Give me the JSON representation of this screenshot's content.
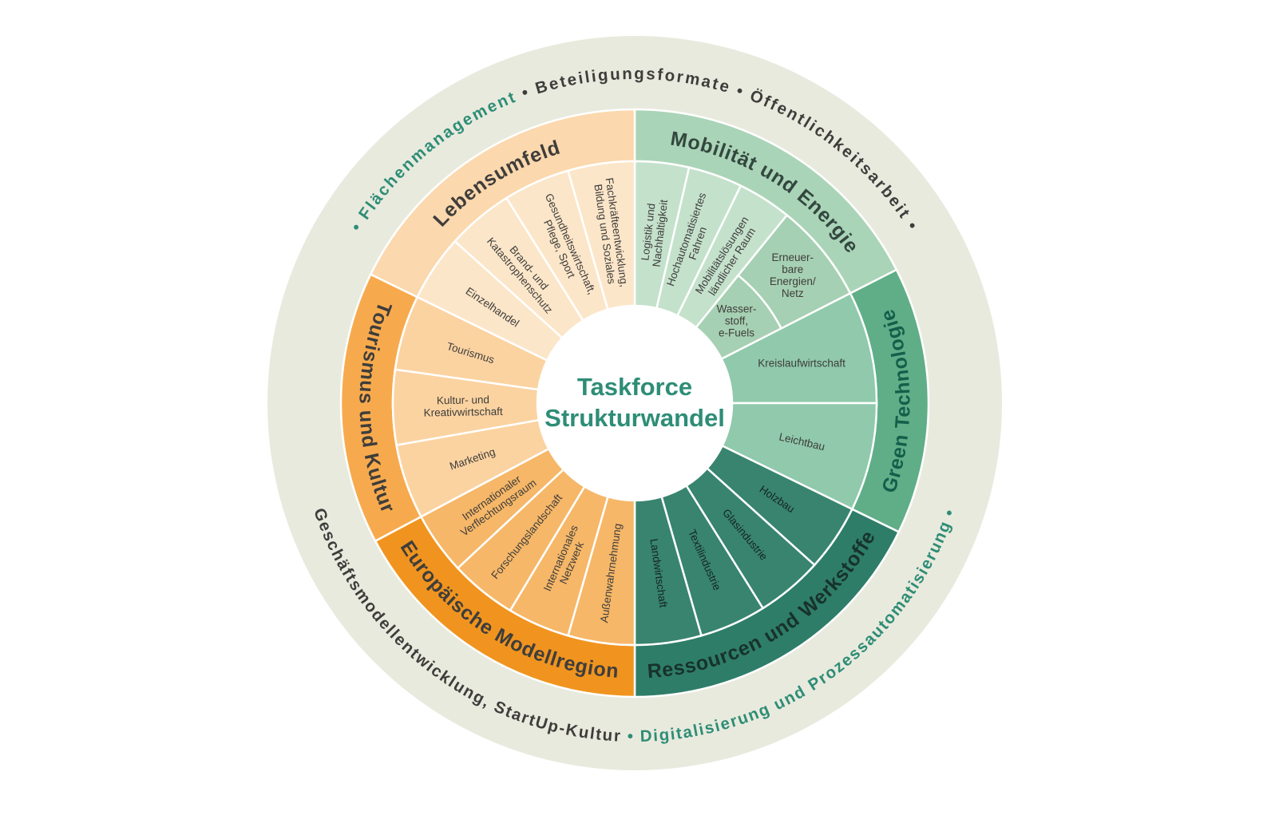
{
  "center": {
    "line1": "Taskforce",
    "line2": "Strukturwandel",
    "color": "#2e8d76"
  },
  "ring": {
    "bg": "#e9eade",
    "top_text": [
      {
        "text": "• ",
        "color": "#2e8d76"
      },
      {
        "text": "Flächenmanagement",
        "color": "#2e8d76"
      },
      {
        "text": " • ",
        "color": "#3e3d3b"
      },
      {
        "text": "Beteiligungsformate",
        "color": "#3e3d3b"
      },
      {
        "text": " • ",
        "color": "#3e3d3b"
      },
      {
        "text": "Öffentlichkeitsarbeit",
        "color": "#3e3d3b"
      },
      {
        "text": " •",
        "color": "#3e3d3b"
      }
    ],
    "bottom_text": [
      {
        "text": "Geschäftsmodellentwicklung, StartUp-Kultur",
        "color": "#3e3d3b"
      },
      {
        "text": " • ",
        "color": "#2e8d76"
      },
      {
        "text": "Digitalisierung und Prozessautomatisierung",
        "color": "#2e8d76"
      },
      {
        "text": " •",
        "color": "#2e8d76"
      }
    ]
  },
  "sectors": [
    {
      "id": "mobilitaet-und-energie",
      "title": "Mobilität und Energie",
      "title_color": "#33473f",
      "band_color": "#aad4b7",
      "seg_color": "#c4e1cc",
      "a0": 0,
      "a1": 63,
      "flipped": false,
      "segments": [
        {
          "lines": [
            "Logistik und",
            "Nachhaltigkeit"
          ],
          "a0": 0,
          "a1": 13
        },
        {
          "lines": [
            "Hochautomatisiertes",
            "Fahren"
          ],
          "a0": 13,
          "a1": 26
        },
        {
          "lines": [
            "Mobilitätslösungen",
            "ländlicher Raum"
          ],
          "a0": 26,
          "a1": 39
        },
        {
          "lines": [
            "Wasser-",
            "stoff,",
            "e-Fuels"
          ],
          "a0": 39,
          "a1": 63,
          "r0": 122,
          "r1": 206,
          "rotate": 0,
          "color": "#a6d0b3"
        },
        {
          "lines": [
            "Erneuer-",
            "bare",
            "Energien/",
            "Netz"
          ],
          "a0": 39,
          "a1": 63,
          "r0": 206,
          "r1": 303,
          "rotate": 0,
          "color": "#a6d0b3"
        }
      ]
    },
    {
      "id": "green-technologie",
      "title": "Green Technologie",
      "title_color": "#135f4a",
      "band_color": "#5fae88",
      "seg_color": "#90c9ab",
      "a0": 63,
      "a1": 116,
      "flipped": true,
      "segments": [
        {
          "lines": [
            "Kreislaufwirtschaft"
          ],
          "a0": 63,
          "a1": 90,
          "rotate": 0
        },
        {
          "lines": [
            "Leichtbau"
          ],
          "a0": 90,
          "a1": 116
        }
      ]
    },
    {
      "id": "ressourcen-und-werkstoffe",
      "title": "Ressourcen und Werkstoffe",
      "title_color": "#17332b",
      "band_color": "#2e7d69",
      "seg_color": "#38846f",
      "label_color": "#16251f",
      "a0": 116,
      "a1": 180,
      "flipped": true,
      "segments": [
        {
          "lines": [
            "Holzbau"
          ],
          "a0": 116,
          "a1": 132
        },
        {
          "lines": [
            "Glasindustrie"
          ],
          "a0": 132,
          "a1": 148
        },
        {
          "lines": [
            "Textilindustrie"
          ],
          "a0": 148,
          "a1": 164
        },
        {
          "lines": [
            "Landwirtschaft"
          ],
          "a0": 164,
          "a1": 180
        }
      ]
    },
    {
      "id": "europaeische-modellregion",
      "title": "Europäische Modellregion",
      "title_color": "#3e3d3b",
      "band_color": "#f0941f",
      "seg_color": "#f6b768",
      "a0": 180,
      "a1": 242,
      "flipped": true,
      "segments": [
        {
          "lines": [
            "Außenwahrnehmung"
          ],
          "a0": 180,
          "a1": 196
        },
        {
          "lines": [
            "Internationales",
            "Netzwerk"
          ],
          "a0": 196,
          "a1": 211
        },
        {
          "lines": [
            "Forschungslandschaft"
          ],
          "a0": 211,
          "a1": 227
        },
        {
          "lines": [
            "Internationaler",
            "Verflechtungsraum"
          ],
          "a0": 227,
          "a1": 242
        }
      ]
    },
    {
      "id": "tourismus-und-kultur",
      "title": "Tourismus und Kultur",
      "title_color": "#3e3d3b",
      "band_color": "#f7aa4d",
      "seg_color": "#fbd3a1",
      "a0": 242,
      "a1": 296,
      "flipped": true,
      "segments": [
        {
          "lines": [
            "Marketing"
          ],
          "a0": 242,
          "a1": 260
        },
        {
          "lines": [
            "Kultur- und",
            "Kreativwirtschaft"
          ],
          "a0": 260,
          "a1": 278
        },
        {
          "lines": [
            "Tourismus"
          ],
          "a0": 278,
          "a1": 296
        }
      ]
    },
    {
      "id": "lebensumfeld",
      "title": "Lebensumfeld",
      "title_color": "#3e3d3b",
      "band_color": "#fbd8ad",
      "seg_color": "#fce6c9",
      "a0": 296,
      "a1": 360,
      "flipped": false,
      "segments": [
        {
          "lines": [
            "Einzelhandel"
          ],
          "a0": 296,
          "a1": 312
        },
        {
          "lines": [
            "Brand- und",
            "Katastrophenschutz"
          ],
          "a0": 312,
          "a1": 328
        },
        {
          "lines": [
            "Gesundheitswirtschaft,",
            "Pflege, Sport"
          ],
          "a0": 328,
          "a1": 344
        },
        {
          "lines": [
            "Fachkräfteentwicklung,",
            "Bildung und Soziales"
          ],
          "a0": 344,
          "a1": 360
        }
      ]
    }
  ]
}
